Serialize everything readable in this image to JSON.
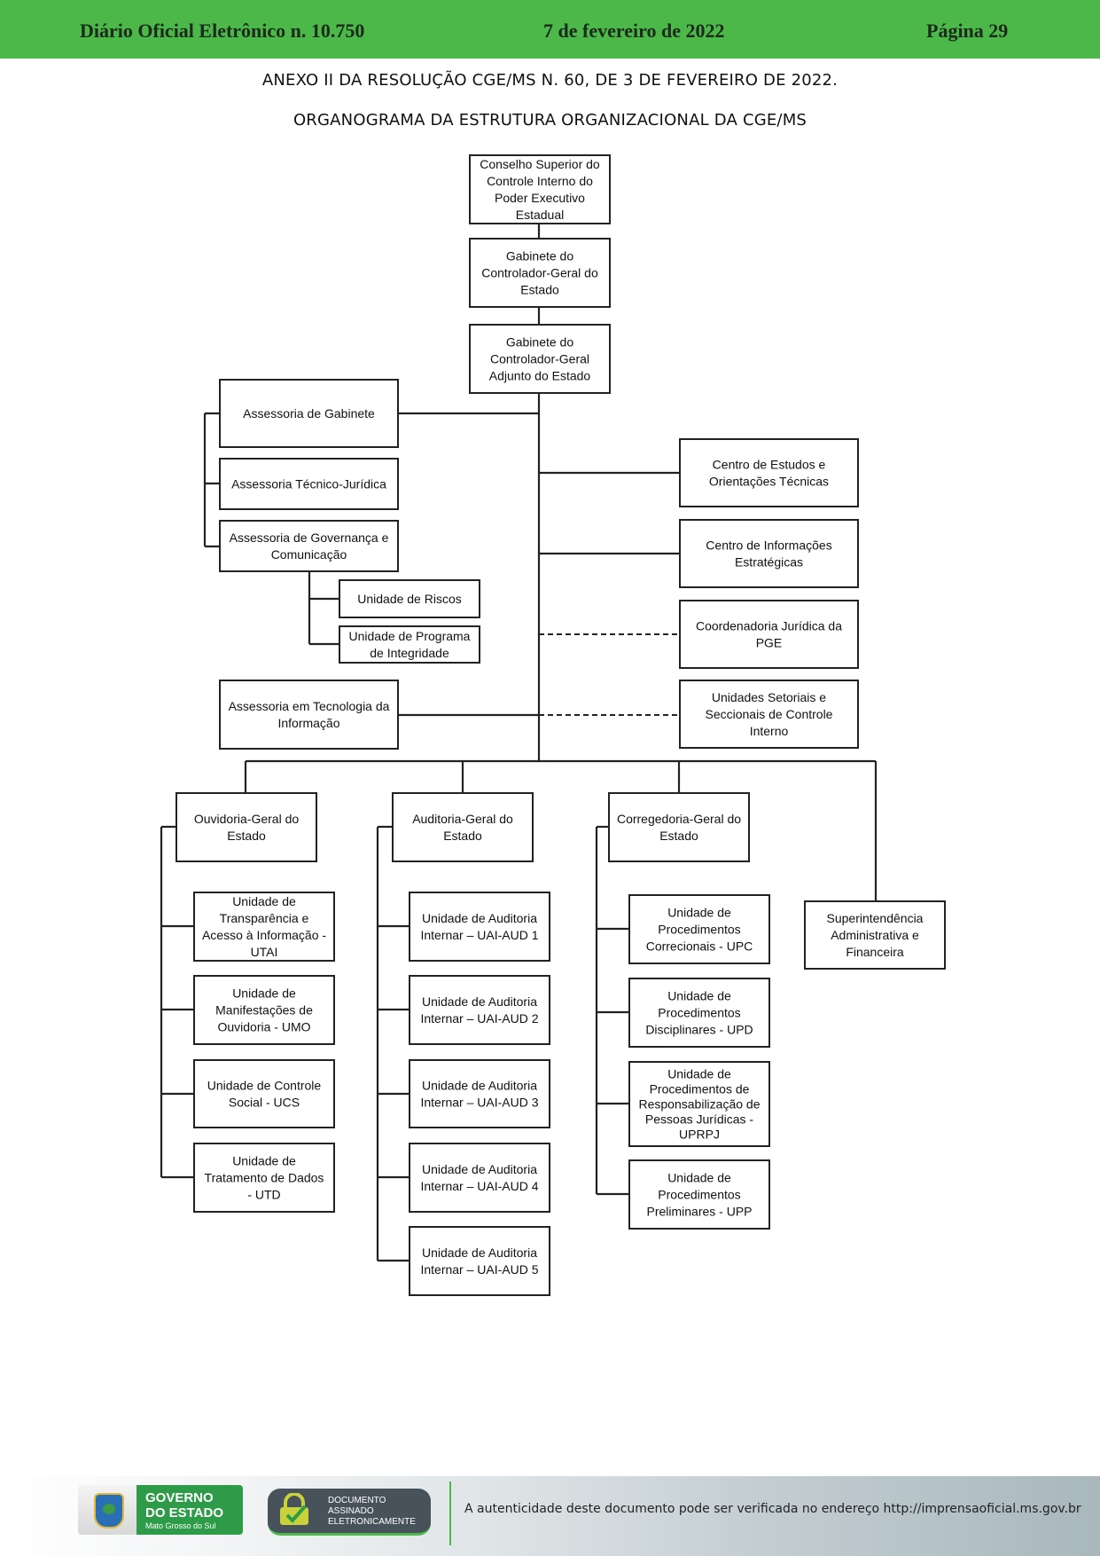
{
  "header": {
    "journal": "Diário Oficial Eletrônico  n. 10.750",
    "date": "7 de fevereiro de 2022",
    "page": "Página 29"
  },
  "titles": {
    "annex": "ANEXO II DA RESOLUÇÃO CGE/MS N. 60, DE 3 DE FEVEREIRO DE 2022.",
    "chart": "ORGANOGRAMA DA ESTRUTURA ORGANIZACIONAL DA CGE/MS"
  },
  "orgchart": {
    "nodes": [
      {
        "id": "conselho",
        "name": "conselho-superior-box",
        "lines": [
          "Conselho Superior do",
          "Controle Interno do",
          "Poder Executivo",
          "Estadual"
        ]
      },
      {
        "id": "gabinete",
        "name": "gabinete-controlador-box",
        "lines": [
          "Gabinete do",
          "Controlador-Geral do",
          "Estado"
        ]
      },
      {
        "id": "adjunto",
        "name": "gabinete-adjunto-box",
        "lines": [
          "Gabinete do",
          "Controlador-Geral",
          "Adjunto do Estado"
        ]
      },
      {
        "id": "asgab",
        "name": "assessoria-gabinete-box",
        "lines": [
          "Assessoria de Gabinete"
        ]
      },
      {
        "id": "astj",
        "name": "assessoria-tecnico-juridica-box",
        "lines": [
          "Assessoria Técnico-Jurídica"
        ]
      },
      {
        "id": "asgov",
        "name": "assessoria-governanca-box",
        "lines": [
          "Assessoria de Governança e",
          "Comunicação"
        ]
      },
      {
        "id": "riscos",
        "name": "unidade-riscos-box",
        "lines": [
          "Unidade de Riscos"
        ]
      },
      {
        "id": "integridade",
        "name": "unidade-integridade-box",
        "lines": [
          "Unidade de Programa",
          "de Integridade"
        ]
      },
      {
        "id": "asti",
        "name": "assessoria-ti-box",
        "lines": [
          "Assessoria em Tecnologia da",
          "Informação"
        ]
      },
      {
        "id": "ceot",
        "name": "centro-estudos-box",
        "lines": [
          "Centro de Estudos e",
          "Orientações Técnicas"
        ]
      },
      {
        "id": "cie",
        "name": "centro-informacoes-box",
        "lines": [
          "Centro de Informações",
          "Estratégicas"
        ]
      },
      {
        "id": "pge",
        "name": "coordenadoria-pge-box",
        "lines": [
          "Coordenadoria Jurídica da",
          "PGE"
        ]
      },
      {
        "id": "setoriais",
        "name": "unidades-setoriais-box",
        "lines": [
          "Unidades Setoriais e",
          "Seccionais de Controle",
          "Interno"
        ]
      },
      {
        "id": "ouvidoria",
        "name": "ouvidoria-geral-box",
        "lines": [
          "Ouvidoria-Geral do",
          "Estado"
        ]
      },
      {
        "id": "auditoria",
        "name": "auditoria-geral-box",
        "lines": [
          "Auditoria-Geral do",
          "Estado"
        ]
      },
      {
        "id": "corregedoria",
        "name": "corregedoria-geral-box",
        "lines": [
          "Corregedoria-Geral do",
          "Estado"
        ]
      },
      {
        "id": "superint",
        "name": "superintendencia-box",
        "lines": [
          "Superintendência",
          "Administrativa e",
          "Financeira"
        ]
      },
      {
        "id": "utai",
        "name": "unidade-utai-box",
        "lines": [
          "Unidade de",
          "Transparência e",
          "Acesso à Informação -",
          "UTAI"
        ]
      },
      {
        "id": "umo",
        "name": "unidade-umo-box",
        "lines": [
          "Unidade de",
          "Manifestações de",
          "Ouvidoria - UMO"
        ]
      },
      {
        "id": "ucs",
        "name": "unidade-ucs-box",
        "lines": [
          "Unidade de Controle",
          "Social - UCS"
        ]
      },
      {
        "id": "utd",
        "name": "unidade-utd-box",
        "lines": [
          "Unidade de",
          "Tratamento de Dados",
          "- UTD"
        ]
      },
      {
        "id": "aud1",
        "name": "unidade-auditoria-1-box",
        "lines": [
          "Unidade de Auditoria",
          "Internar – UAI-AUD 1"
        ]
      },
      {
        "id": "aud2",
        "name": "unidade-auditoria-2-box",
        "lines": [
          "Unidade de Auditoria",
          "Internar – UAI-AUD 2"
        ]
      },
      {
        "id": "aud3",
        "name": "unidade-auditoria-3-box",
        "lines": [
          "Unidade de Auditoria",
          "Internar – UAI-AUD 3"
        ]
      },
      {
        "id": "aud4",
        "name": "unidade-auditoria-4-box",
        "lines": [
          "Unidade de Auditoria",
          "Internar – UAI-AUD 4"
        ]
      },
      {
        "id": "aud5",
        "name": "unidade-auditoria-5-box",
        "lines": [
          "Unidade de Auditoria",
          "Internar – UAI-AUD 5"
        ]
      },
      {
        "id": "upc",
        "name": "unidade-upc-box",
        "lines": [
          "Unidade de",
          "Procedimentos",
          "Correcionais - UPC"
        ]
      },
      {
        "id": "upd",
        "name": "unidade-upd-box",
        "lines": [
          "Unidade de",
          "Procedimentos",
          "Disciplinares - UPD"
        ]
      },
      {
        "id": "uprpj",
        "name": "unidade-uprpj-box",
        "lines": [
          "Unidade de",
          "Procedimentos de",
          "Responsabilização de",
          "Pessoas Jurídicas -",
          "UPRPJ"
        ]
      },
      {
        "id": "upp",
        "name": "unidade-upp-box",
        "lines": [
          "Unidade de",
          "Procedimentos",
          "Preliminares - UPP"
        ]
      }
    ]
  },
  "footer": {
    "gov_logo": {
      "line1": "GOVERNO",
      "line2": "DO ESTADO",
      "line3": "Mato Grosso do Sul"
    },
    "sign_logo": {
      "line1": "DOCUMENTO",
      "line2": "ASSINADO",
      "line3": "ELETRONICAMENTE"
    },
    "authenticity": "A autenticidade deste documento pode ser verificada no endereço http://imprensaoficial.ms.gov.br"
  }
}
